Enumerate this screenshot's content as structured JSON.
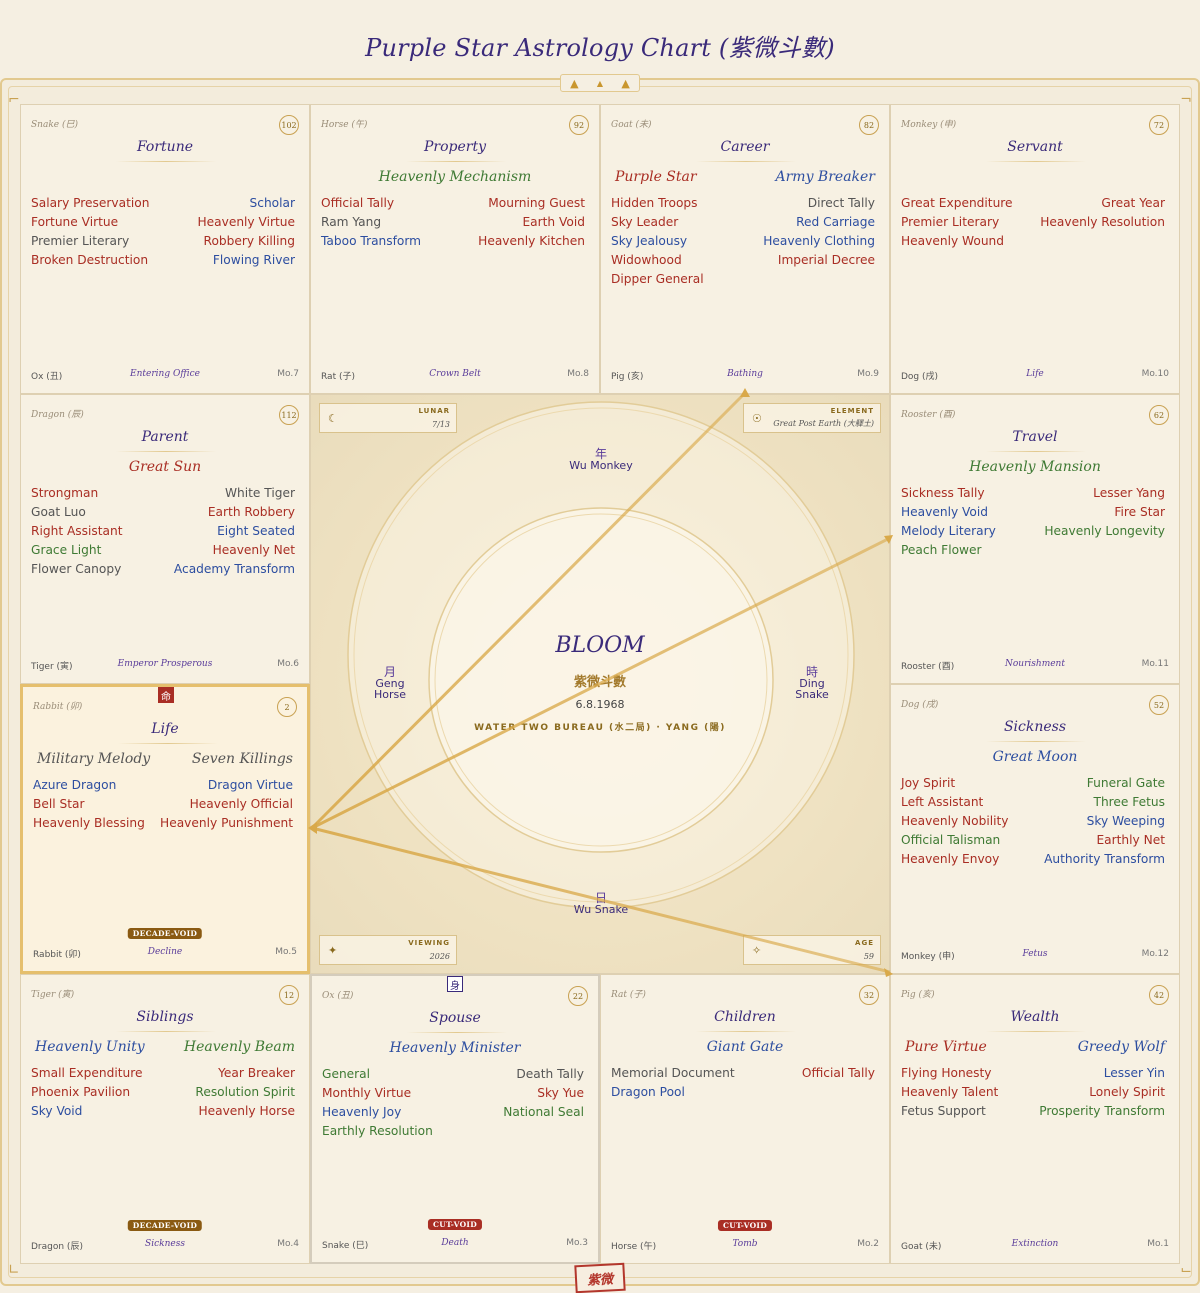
{
  "title": "Purple Star Astrology Chart (紫微斗數)",
  "stamp": "紫微",
  "colors": {
    "accent": "#c9962e",
    "title": "#3a2a7a",
    "red": "#a92e24",
    "blue": "#2d4ea0",
    "green": "#3f7a34"
  },
  "center": {
    "title": "BLOOM",
    "cn": "紫微斗數",
    "date": "6.8.1968",
    "bureau": "WATER TWO BUREAU (水二局) · YANG (陽)",
    "lunar": {
      "label": "LUNAR",
      "value": "7/13"
    },
    "element": {
      "label": "ELEMENT",
      "value": "Great Post Earth (大驛土)"
    },
    "viewing": {
      "label": "VIEWING",
      "value": "2026"
    },
    "age": {
      "label": "AGE",
      "value": "59"
    },
    "year": {
      "ch": "年",
      "name": "Wu Monkey"
    },
    "month": {
      "ch": "月",
      "name1": "Geng",
      "name2": "Horse"
    },
    "hour": {
      "ch": "時",
      "name1": "Ding",
      "name2": "Snake"
    },
    "day": {
      "ch": "日",
      "name": "Wu Snake"
    }
  },
  "palaces": [
    {
      "stem": "Snake (巳)",
      "num": "102",
      "name": "Fortune",
      "majors": [],
      "minors": [
        [
          "Salary Preservation",
          "red"
        ],
        [
          "Scholar",
          "blue"
        ],
        [
          "Fortune Virtue",
          "red"
        ],
        [
          "Heavenly Virtue",
          "red"
        ],
        [
          "Premier Literary",
          "gray"
        ],
        [
          "Robbery Killing",
          "red"
        ],
        [
          "Broken Destruction",
          "red"
        ],
        [
          "Flowing River",
          "blue"
        ]
      ],
      "branch": "Ox (丑)",
      "stage": "Entering Office",
      "mo": "Mo.7"
    },
    {
      "stem": "Horse (午)",
      "num": "92",
      "name": "Property",
      "majors": [
        [
          "Heavenly Mechanism",
          "green"
        ]
      ],
      "minors": [
        [
          "Official Tally",
          "red"
        ],
        [
          "Mourning Guest",
          "red"
        ],
        [
          "Ram Yang",
          "gray"
        ],
        [
          "Earth Void",
          "red"
        ],
        [
          "Taboo Transform",
          "blue"
        ],
        [
          "Heavenly Kitchen",
          "red"
        ]
      ],
      "branch": "Rat (子)",
      "stage": "Crown Belt",
      "mo": "Mo.8"
    },
    {
      "stem": "Goat (未)",
      "num": "82",
      "name": "Career",
      "majors": [
        [
          "Purple Star",
          "red"
        ],
        [
          "Army Breaker",
          "blue"
        ]
      ],
      "minors": [
        [
          "Hidden Troops",
          "red"
        ],
        [
          "Direct Tally",
          "gray"
        ],
        [
          "Sky Leader",
          "red"
        ],
        [
          "Red Carriage",
          "blue"
        ],
        [
          "Sky Jealousy",
          "blue"
        ],
        [
          "Heavenly Clothing",
          "blue"
        ],
        [
          "Widowhood",
          "red"
        ],
        [
          "Imperial Decree",
          "red"
        ],
        [
          "Dipper General",
          "red"
        ],
        [
          "",
          ""
        ]
      ],
      "branch": "Pig (亥)",
      "stage": "Bathing",
      "mo": "Mo.9"
    },
    {
      "stem": "Monkey (申)",
      "num": "72",
      "name": "Servant",
      "majors": [],
      "minors": [
        [
          "Great Expenditure",
          "red"
        ],
        [
          "Great Year",
          "red"
        ],
        [
          "Premier Literary",
          "red"
        ],
        [
          "Heavenly Resolution",
          "red"
        ],
        [
          "Heavenly Wound",
          "red"
        ],
        [
          "",
          ""
        ]
      ],
      "branch": "Dog (戌)",
      "stage": "Life",
      "mo": "Mo.10"
    },
    {
      "stem": "Dragon (辰)",
      "num": "112",
      "name": "Parent",
      "majors": [
        [
          "Great Sun",
          "red"
        ]
      ],
      "minors": [
        [
          "Strongman",
          "red"
        ],
        [
          "White Tiger",
          "gray"
        ],
        [
          "Goat Luo",
          "gray"
        ],
        [
          "Earth Robbery",
          "red"
        ],
        [
          "Right Assistant",
          "red"
        ],
        [
          "Eight Seated",
          "blue"
        ],
        [
          "Grace Light",
          "green"
        ],
        [
          "Heavenly Net",
          "red"
        ],
        [
          "Flower Canopy",
          "gray"
        ],
        [
          "Academy Transform",
          "blue"
        ]
      ],
      "branch": "Tiger (寅)",
      "stage": "Emperor Prosperous",
      "mo": "Mo.6"
    },
    {
      "stem": "Rooster (酉)",
      "num": "62",
      "name": "Travel",
      "majors": [
        [
          "Heavenly Mansion",
          "green"
        ]
      ],
      "minors": [
        [
          "Sickness Tally",
          "red"
        ],
        [
          "Lesser Yang",
          "red"
        ],
        [
          "Heavenly Void",
          "blue"
        ],
        [
          "Fire Star",
          "red"
        ],
        [
          "Melody Literary",
          "blue"
        ],
        [
          "Heavenly Longevity",
          "green"
        ],
        [
          "Peach Flower",
          "green"
        ],
        [
          "",
          ""
        ]
      ],
      "branch": "Rooster (酉)",
      "stage": "Nourishment",
      "mo": "Mo.11"
    },
    {
      "stem": "Rabbit (卯)",
      "num": "2",
      "name": "Life",
      "seal": "命",
      "majors": [
        [
          "Military Melody",
          "gray"
        ],
        [
          "Seven Killings",
          "gray"
        ]
      ],
      "minors": [
        [
          "Azure Dragon",
          "blue"
        ],
        [
          "Dragon Virtue",
          "blue"
        ],
        [
          "Bell Star",
          "red"
        ],
        [
          "Heavenly Official",
          "red"
        ],
        [
          "Heavenly Blessing",
          "red"
        ],
        [
          "Heavenly Punishment",
          "red"
        ]
      ],
      "badge": "DECADE-VOID",
      "branch": "Rabbit (卯)",
      "stage": "Decline",
      "mo": "Mo.5"
    },
    {
      "stem": "Dog (戌)",
      "num": "52",
      "name": "Sickness",
      "majors": [
        [
          "Great Moon",
          "blue"
        ]
      ],
      "minors": [
        [
          "Joy Spirit",
          "red"
        ],
        [
          "Funeral Gate",
          "green"
        ],
        [
          "Left Assistant",
          "red"
        ],
        [
          "Three Fetus",
          "green"
        ],
        [
          "Heavenly Nobility",
          "red"
        ],
        [
          "Sky Weeping",
          "blue"
        ],
        [
          "Official Talisman",
          "green"
        ],
        [
          "Earthly Net",
          "red"
        ],
        [
          "Heavenly Envoy",
          "red"
        ],
        [
          "Authority Transform",
          "blue"
        ]
      ],
      "branch": "Monkey (申)",
      "stage": "Fetus",
      "mo": "Mo.12"
    },
    {
      "stem": "Tiger (寅)",
      "num": "12",
      "name": "Siblings",
      "majors": [
        [
          "Heavenly Unity",
          "blue"
        ],
        [
          "Heavenly Beam",
          "green"
        ]
      ],
      "minors": [
        [
          "Small Expenditure",
          "red"
        ],
        [
          "Year Breaker",
          "red"
        ],
        [
          "Phoenix Pavilion",
          "red"
        ],
        [
          "Resolution Spirit",
          "green"
        ],
        [
          "Sky Void",
          "blue"
        ],
        [
          "Heavenly Horse",
          "red"
        ]
      ],
      "badge": "DECADE-VOID",
      "branch": "Dragon (辰)",
      "stage": "Sickness",
      "mo": "Mo.4"
    },
    {
      "stem": "Ox (丑)",
      "num": "22",
      "name": "Spouse",
      "seal": "身",
      "majors": [
        [
          "Heavenly Minister",
          "blue"
        ]
      ],
      "minors": [
        [
          "General",
          "green"
        ],
        [
          "Death Tally",
          "gray"
        ],
        [
          "Monthly Virtue",
          "red"
        ],
        [
          "Sky Yue",
          "red"
        ],
        [
          "Heavenly Joy",
          "blue"
        ],
        [
          "National Seal",
          "green"
        ],
        [
          "Earthly Resolution",
          "green"
        ],
        [
          "",
          ""
        ]
      ],
      "badge": "CUT-VOID",
      "branch": "Snake (巳)",
      "stage": "Death",
      "mo": "Mo.3"
    },
    {
      "stem": "Rat (子)",
      "num": "32",
      "name": "Children",
      "majors": [
        [
          "Giant Gate",
          "blue"
        ]
      ],
      "minors": [
        [
          "Memorial Document",
          "gray"
        ],
        [
          "Official Tally",
          "red"
        ],
        [
          "Dragon Pool",
          "blue"
        ],
        [
          "",
          ""
        ]
      ],
      "badge": "CUT-VOID",
      "branch": "Horse (午)",
      "stage": "Tomb",
      "mo": "Mo.2"
    },
    {
      "stem": "Pig (亥)",
      "num": "42",
      "name": "Wealth",
      "majors": [
        [
          "Pure Virtue",
          "red"
        ],
        [
          "Greedy Wolf",
          "blue"
        ]
      ],
      "minors": [
        [
          "Flying Honesty",
          "red"
        ],
        [
          "Lesser Yin",
          "blue"
        ],
        [
          "Heavenly Talent",
          "red"
        ],
        [
          "Lonely Spirit",
          "red"
        ],
        [
          "Fetus Support",
          "gray"
        ],
        [
          "Prosperity Transform",
          "green"
        ]
      ],
      "branch": "Goat (未)",
      "stage": "Extinction",
      "mo": "Mo.1"
    }
  ]
}
